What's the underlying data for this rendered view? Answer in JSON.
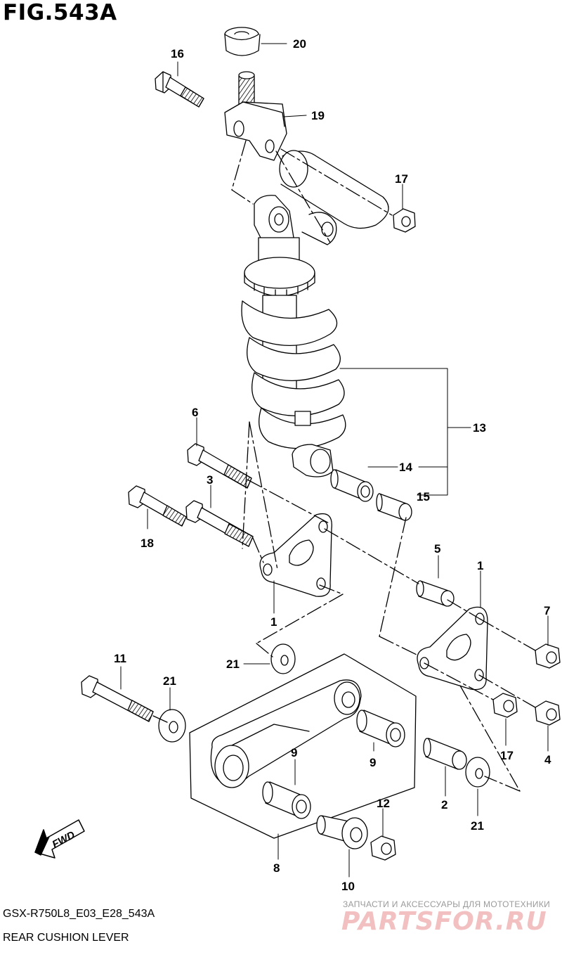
{
  "figure": {
    "title": "FIG.543A",
    "code": "GSX-R750L8_E03_E28_543A",
    "name": "REAR CUSHION LEVER"
  },
  "direction_arrow": {
    "label": "FWD",
    "icon": "fwd-arrow-icon"
  },
  "watermark": {
    "tagline": "ЗАПЧАСТИ И АКСЕССУАРЫ ДЛЯ МОТОТЕХНИКИ",
    "brand": "PARTSFOR.RU"
  },
  "callouts": {
    "c1a": "1",
    "c1b": "1",
    "c2": "2",
    "c3": "3",
    "c4": "4",
    "c5": "5",
    "c6": "6",
    "c7": "7",
    "c8": "8",
    "c9a": "9",
    "c9b": "9",
    "c10": "10",
    "c11": "11",
    "c12": "12",
    "c13": "13",
    "c14": "14",
    "c15": "15",
    "c16": "16",
    "c17a": "17",
    "c17b": "17",
    "c18": "18",
    "c19": "19",
    "c20": "20",
    "c21a": "21",
    "c21b": "21",
    "c21c": "21"
  }
}
